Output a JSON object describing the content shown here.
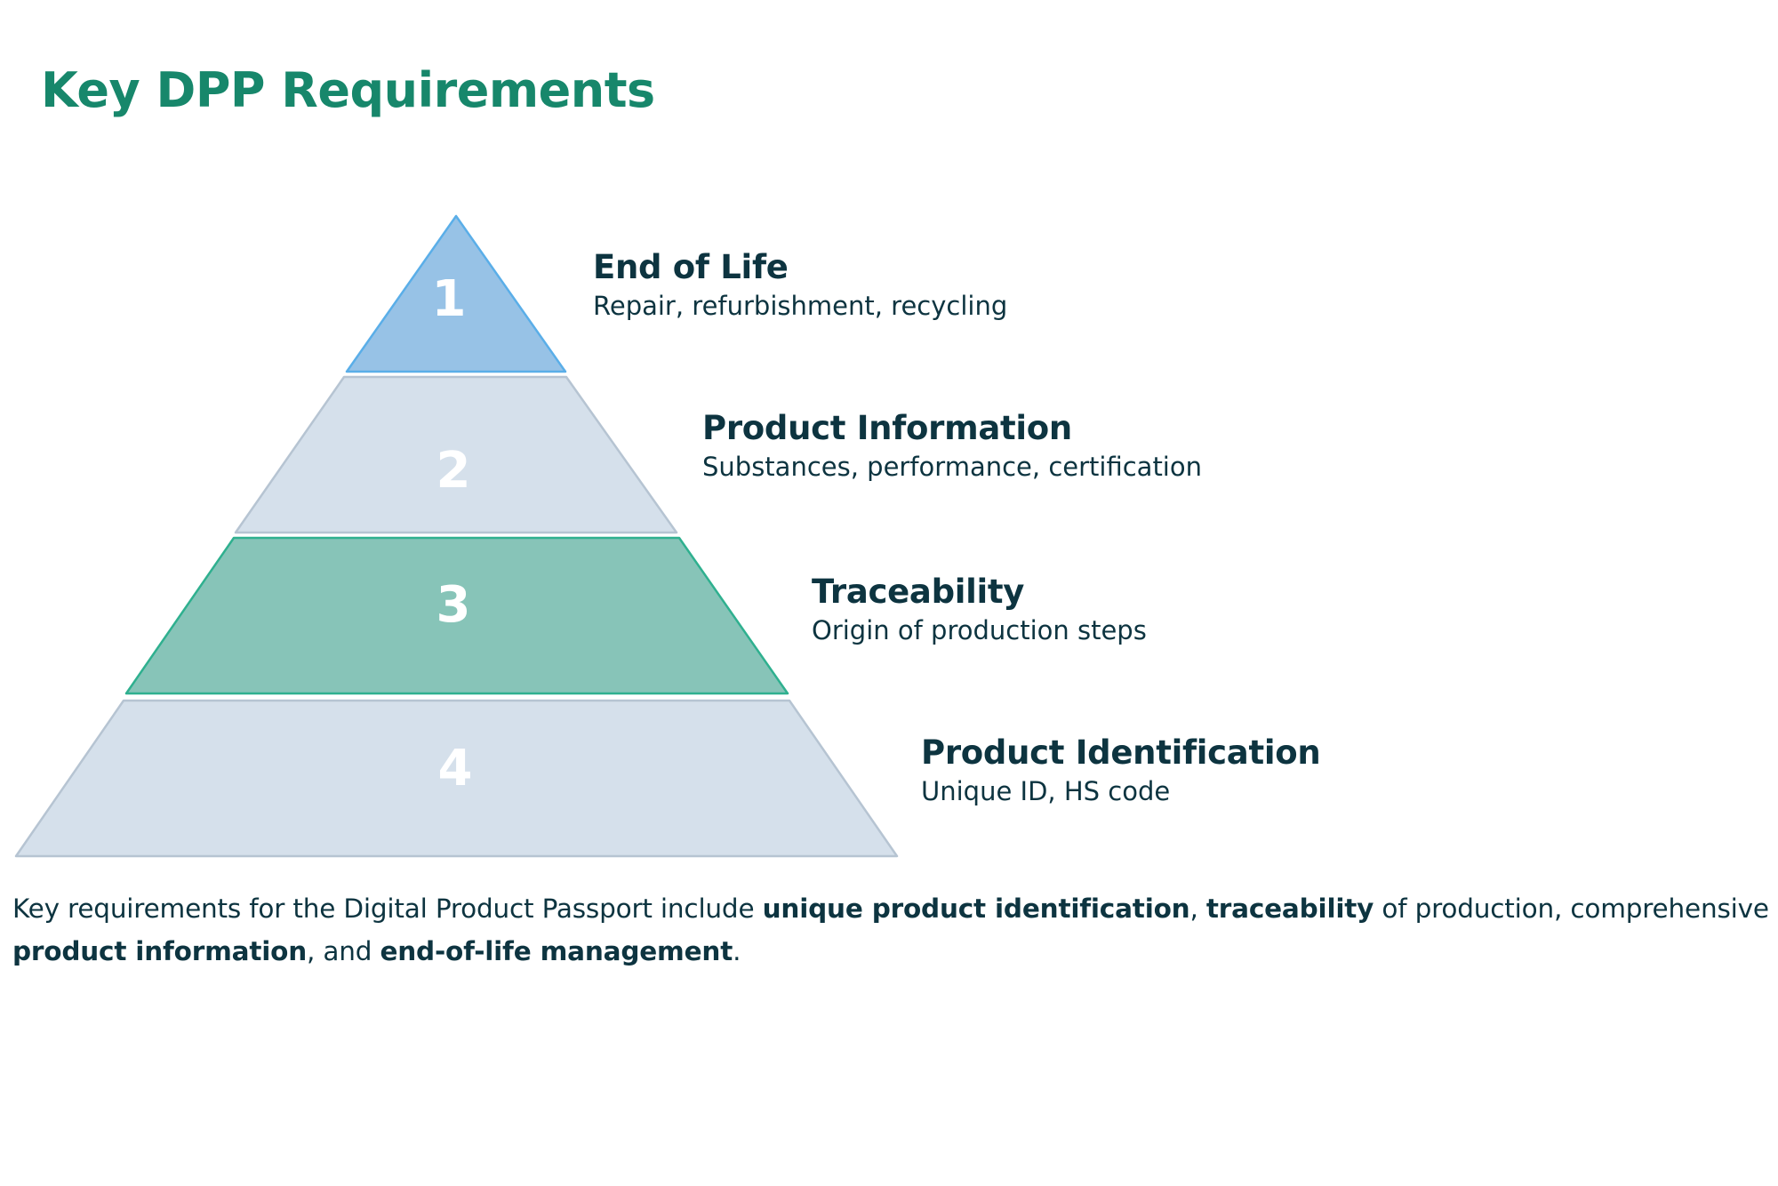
{
  "title": "Key DPP Requirements",
  "tiers": [
    {
      "number": "1",
      "title": "End of Life",
      "description": "Repair, refurbishment, recycling",
      "fill": "#97c2e6",
      "stroke": "#5aaee8"
    },
    {
      "number": "2",
      "title": "Product Information",
      "description": "Substances, performance, certification",
      "fill": "#d5e0eb",
      "stroke": "#b6c4d2"
    },
    {
      "number": "3",
      "title": "Traceability",
      "description": "Origin of production steps",
      "fill": "#87c4b8",
      "stroke": "#2fb08f"
    },
    {
      "number": "4",
      "title": "Product Identification",
      "description": "Unique ID, HS code",
      "fill": "#d5e0eb",
      "stroke": "#b6c4d2"
    }
  ],
  "summary": {
    "part1": "Key requirements for the Digital Product Passport include ",
    "bold1": "unique product identification",
    "part2": ", ",
    "bold2": "traceability",
    "part3": " of production, comprehensive ",
    "bold3": "product information",
    "part4": ", and ",
    "bold4": "end-of-life management",
    "part5": "."
  },
  "colors": {
    "title": "#17876b",
    "text": "#0d3440"
  }
}
